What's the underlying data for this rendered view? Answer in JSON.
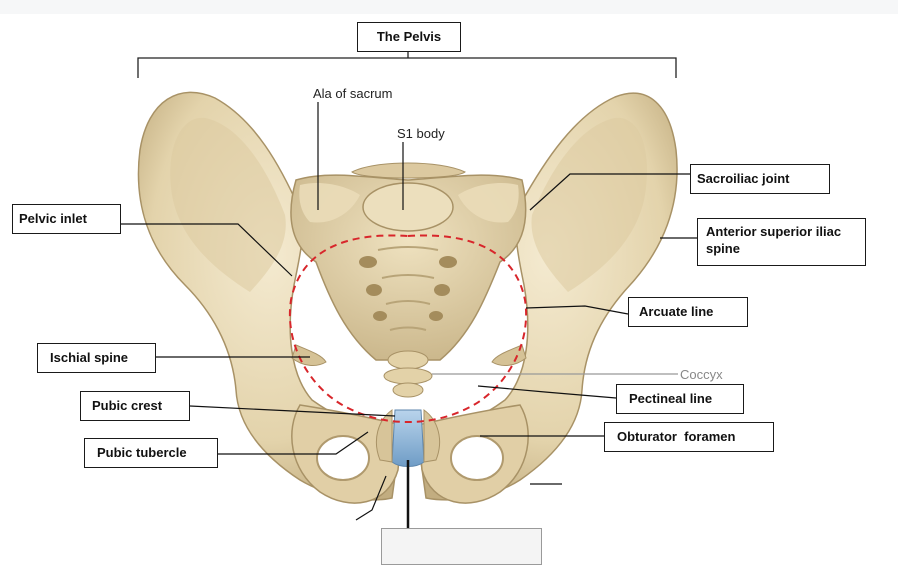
{
  "diagram": {
    "title": "The Pelvis",
    "labels": {
      "ala_of_sacrum": "Ala of sacrum",
      "s1_body": "S1 body",
      "sacroiliac_joint": "Sacroiliac joint",
      "pelvic_inlet": "Pelvic inlet",
      "asis": "Anterior superior iliac spine",
      "arcuate_line": "Arcuate line",
      "ischial_spine": "Ischial spine",
      "coccyx": "Coccyx",
      "pubic_crest": "Pubic crest",
      "pectineal_line": "Pectineal line",
      "pubic_tubercle": "Pubic tubercle",
      "obturator_foramen": "Obturator  foramen"
    },
    "blank_answer_box": ""
  },
  "colors": {
    "bone": "#e6d8b4",
    "bone_shadow": "#b9a57a",
    "bone_highlight": "#f4ead0",
    "inlet_dash": "#d8262b",
    "symphysis_cartilage": "#8fb6d9",
    "leader_line": "#111111",
    "coccyx_text": "#888888"
  }
}
